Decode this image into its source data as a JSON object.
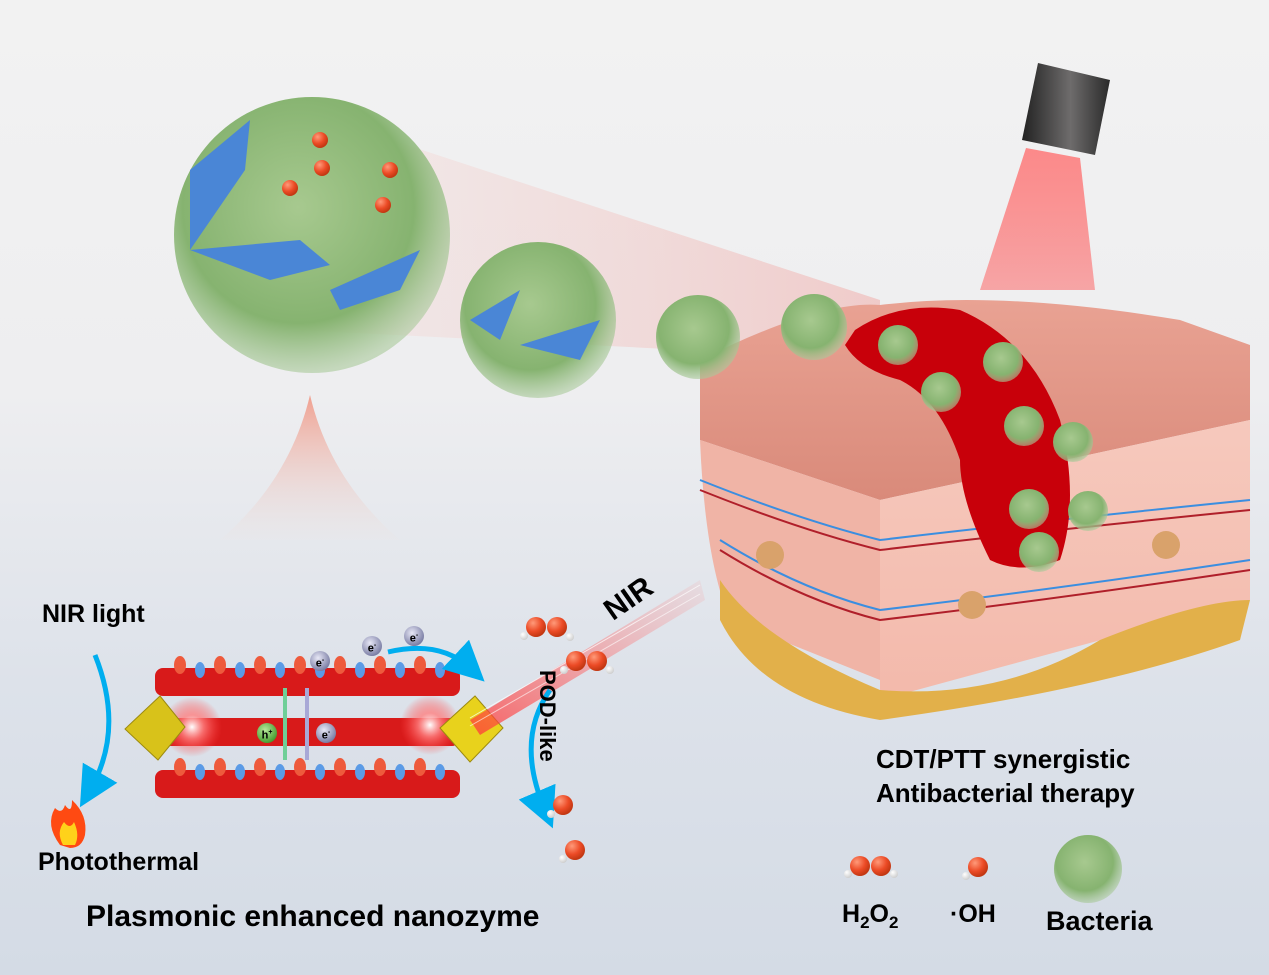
{
  "figure": {
    "title": "Plasmonic enhanced nanozyme for CDT/PTT synergistic antibacterial therapy",
    "colors": {
      "bacteria_green": "#8fb97a",
      "nanosheet_blue": "#4a86d6",
      "octahedron_gold": "#e8d21c",
      "radical_red": "#ee4f2b",
      "arrow_blue": "#00aeef",
      "laser_red": "#ff5a5a",
      "wound_red": "#c8000a",
      "skin_pink": "#f3b6a8",
      "fat_yellow": "#e2b04a",
      "background": "#eceef1"
    }
  },
  "mechanism_panel": {
    "nir_light_label": "NIR light",
    "photothermal_label": "Photothermal",
    "panel_title": "Plasmonic enhanced nanozyme",
    "nir_beam_label": "NIR",
    "pod_like_label": "POD-like",
    "charges": {
      "electron": "e",
      "electron_sign": "-",
      "hole": "h",
      "hole_sign": "+"
    },
    "icons": [
      "flame-icon",
      "curved-arrow-icon",
      "gold-octahedron-icon",
      "layered-nanosheet-icon",
      "h2o2-molecule-icon",
      "hydroxyl-radical-icon"
    ]
  },
  "therapy_panel": {
    "caption_line1": "CDT/PTT synergistic",
    "caption_line2": "Antibacterial therapy",
    "icons": [
      "nir-laser-icon",
      "skin-tissue-icon",
      "bacteria-icon"
    ]
  },
  "legend": {
    "items": [
      {
        "label_main": "H",
        "sub1": "2",
        "mid": "O",
        "sub2": "2",
        "icon": "h2o2-molecule-icon"
      },
      {
        "label": "·OH",
        "icon": "hydroxyl-radical-icon"
      },
      {
        "label": "Bacteria",
        "icon": "bacteria-icon"
      }
    ]
  }
}
